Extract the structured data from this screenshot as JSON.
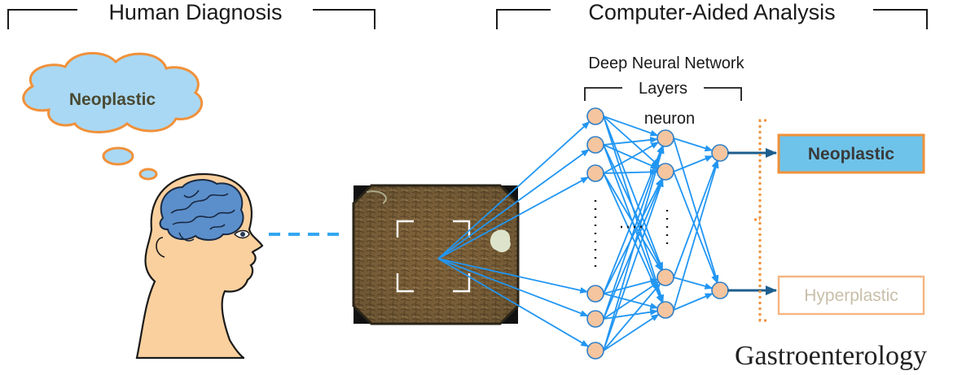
{
  "headers": {
    "left": "Human Diagnosis",
    "right": "Computer-Aided Analysis"
  },
  "thought": {
    "label": "Neoplastic"
  },
  "network": {
    "title": "Deep Neural Network",
    "layers_label": "Layers",
    "neuron_label": "neuron"
  },
  "outputs": {
    "top": "Neoplastic",
    "bottom": "Hyperplastic"
  },
  "footer": {
    "journal": "Gastroenterology"
  },
  "colors": {
    "line_blue": "#2196F3",
    "dash_blue": "#33A6F0",
    "neuron_fill": "#F5C59F",
    "neuron_stroke": "#2E7FC9",
    "orange": "#F0913A",
    "cloud_fill": "#A9D8F4",
    "skin": "#FAD09E",
    "brain": "#5B8FCB",
    "output_fill": "#6EC3EA",
    "arrow_dark": "#1D5E8E"
  }
}
